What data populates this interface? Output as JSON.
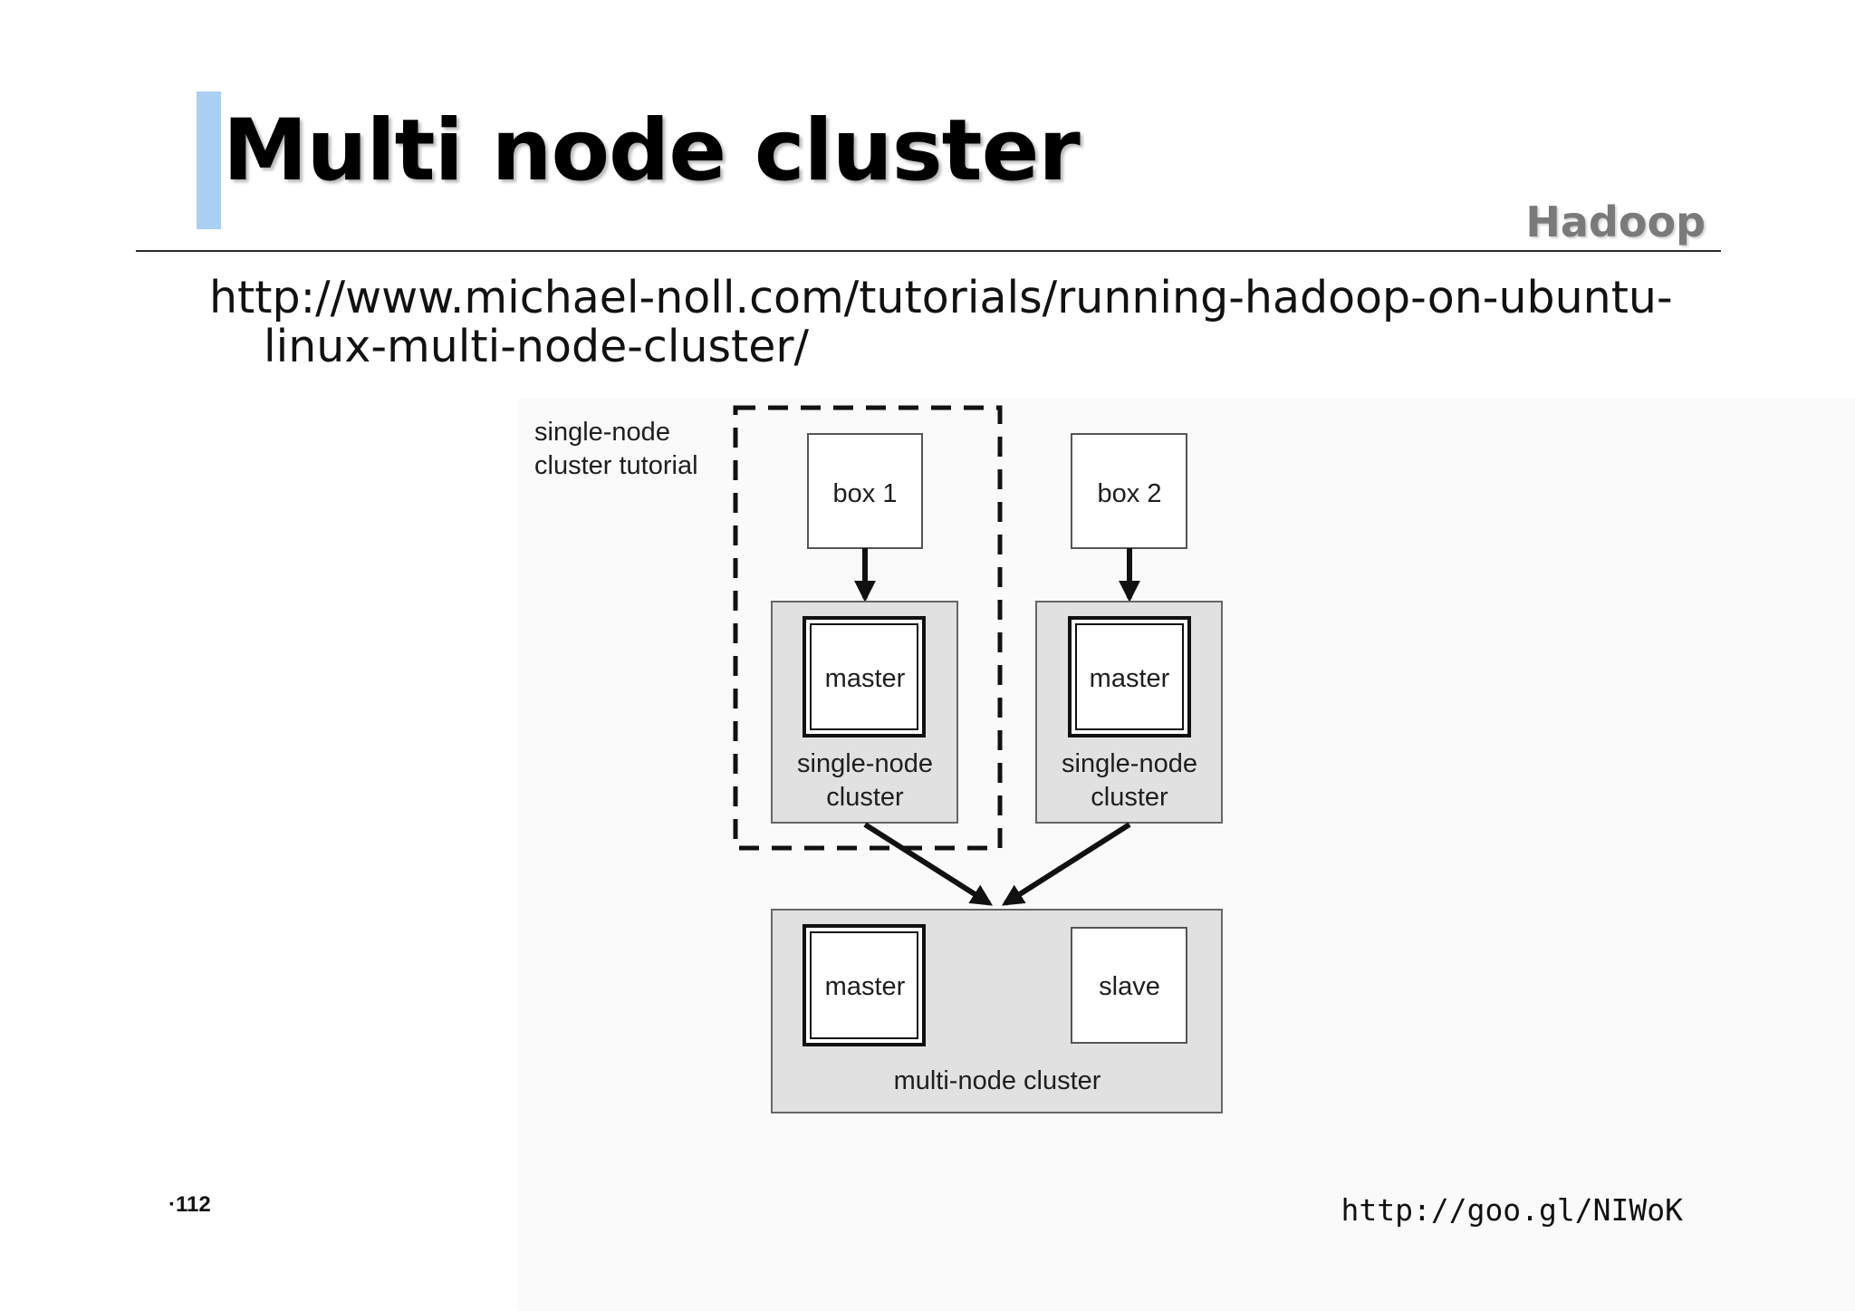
{
  "slide": {
    "title": "Multi node cluster",
    "section": "Hadoop",
    "url_line1": "http://www.michael-noll.com/tutorials/running-hadoop-on-ubuntu-",
    "url_line2": "linux-multi-node-cluster/",
    "page_number": "112",
    "short_url": "http://goo.gl/NIWoK",
    "accent_color": "#a9cff5"
  },
  "diagram": {
    "tutorial_label_line1": "single-node",
    "tutorial_label_line2": "cluster tutorial",
    "box1": "box 1",
    "box2": "box 2",
    "left_master": "master",
    "left_cluster_line1": "single-node",
    "left_cluster_line2": "cluster",
    "right_master": "master",
    "right_cluster_line1": "single-node",
    "right_cluster_line2": "cluster",
    "multi_master": "master",
    "multi_slave": "slave",
    "multi_cluster": "multi-node cluster",
    "cluster_fill": "#e2e1e2",
    "box_fill": "#ffffff"
  }
}
